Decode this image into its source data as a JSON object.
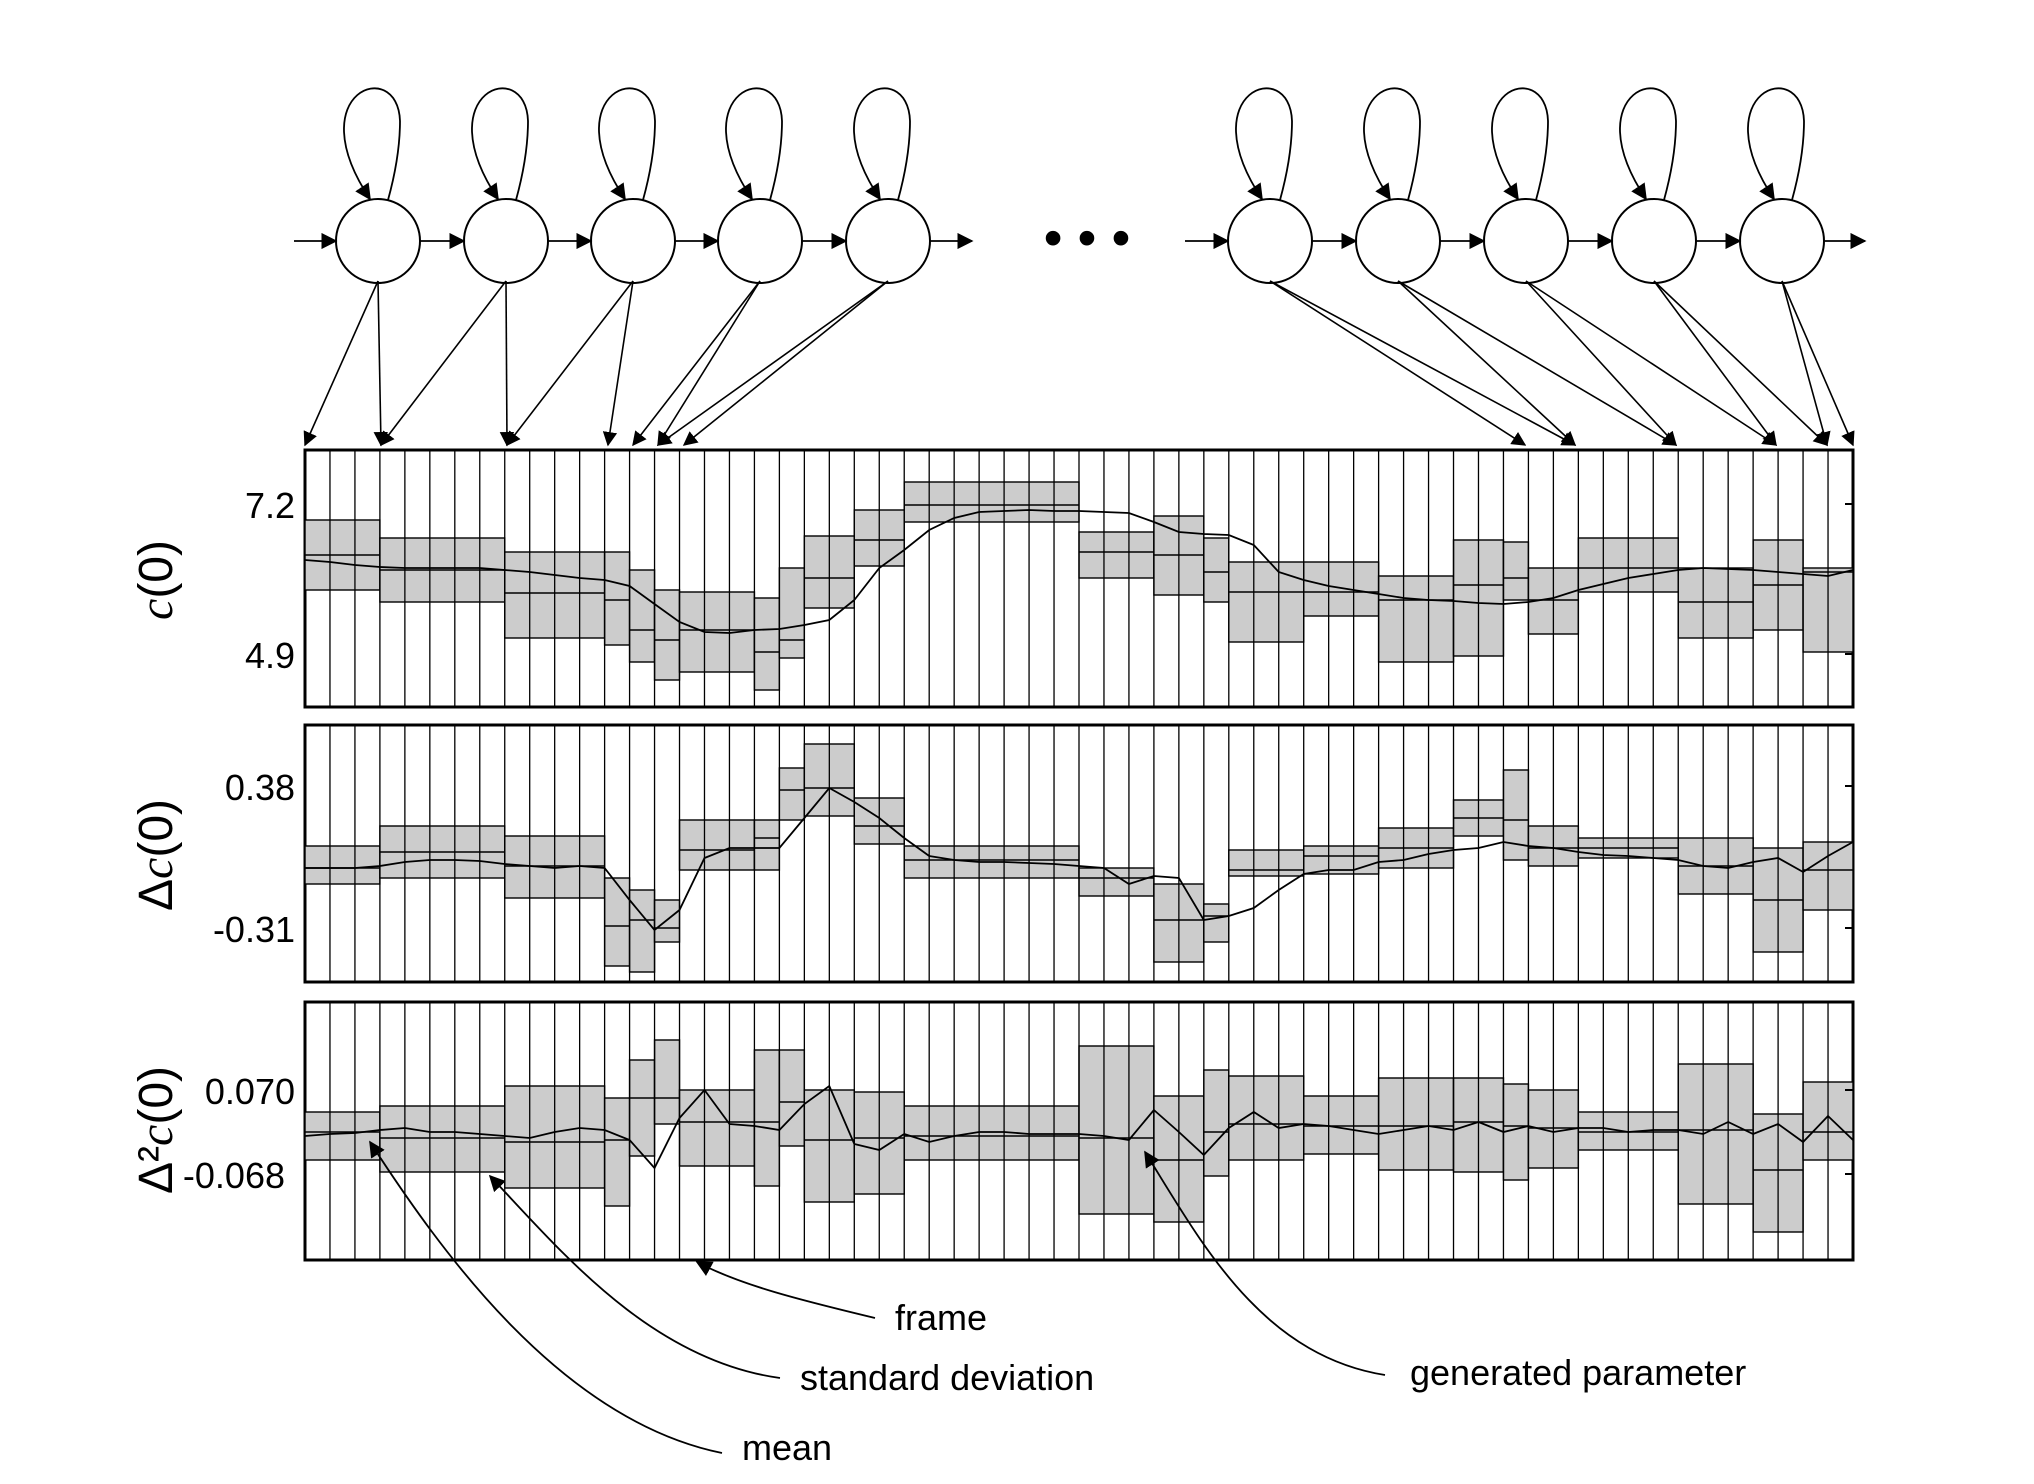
{
  "colors": {
    "band": "#cccccc",
    "line": "#000000",
    "background": "#ffffff"
  },
  "diagram": {
    "left_state_count": 5,
    "right_state_count": 5,
    "ellipsis": "• • •"
  },
  "panels": [
    {
      "id": "c0",
      "ylabel_prefix": "",
      "ylabel_symbol": "c",
      "ylabel_arg": "(0)",
      "ticks": [
        {
          "label": "7.2",
          "value": 7.2
        },
        {
          "label": "4.9",
          "value": 4.9
        }
      ]
    },
    {
      "id": "dc0",
      "ylabel_prefix": "Δ",
      "ylabel_symbol": "c",
      "ylabel_arg": "(0)",
      "ticks": [
        {
          "label": "0.38",
          "value": 0.38
        },
        {
          "label": "-0.31",
          "value": -0.31
        }
      ]
    },
    {
      "id": "d2c0",
      "ylabel_prefix": "Δ²",
      "ylabel_symbol": "c",
      "ylabel_arg": "(0)",
      "ticks": [
        {
          "label": "0.070",
          "value": 0.07
        },
        {
          "label": "-0.068",
          "value": -0.068
        }
      ]
    }
  ],
  "annotations": {
    "frame": "frame",
    "standard_deviation": "standard deviation",
    "mean": "mean",
    "generated_parameter": "generated parameter"
  }
}
